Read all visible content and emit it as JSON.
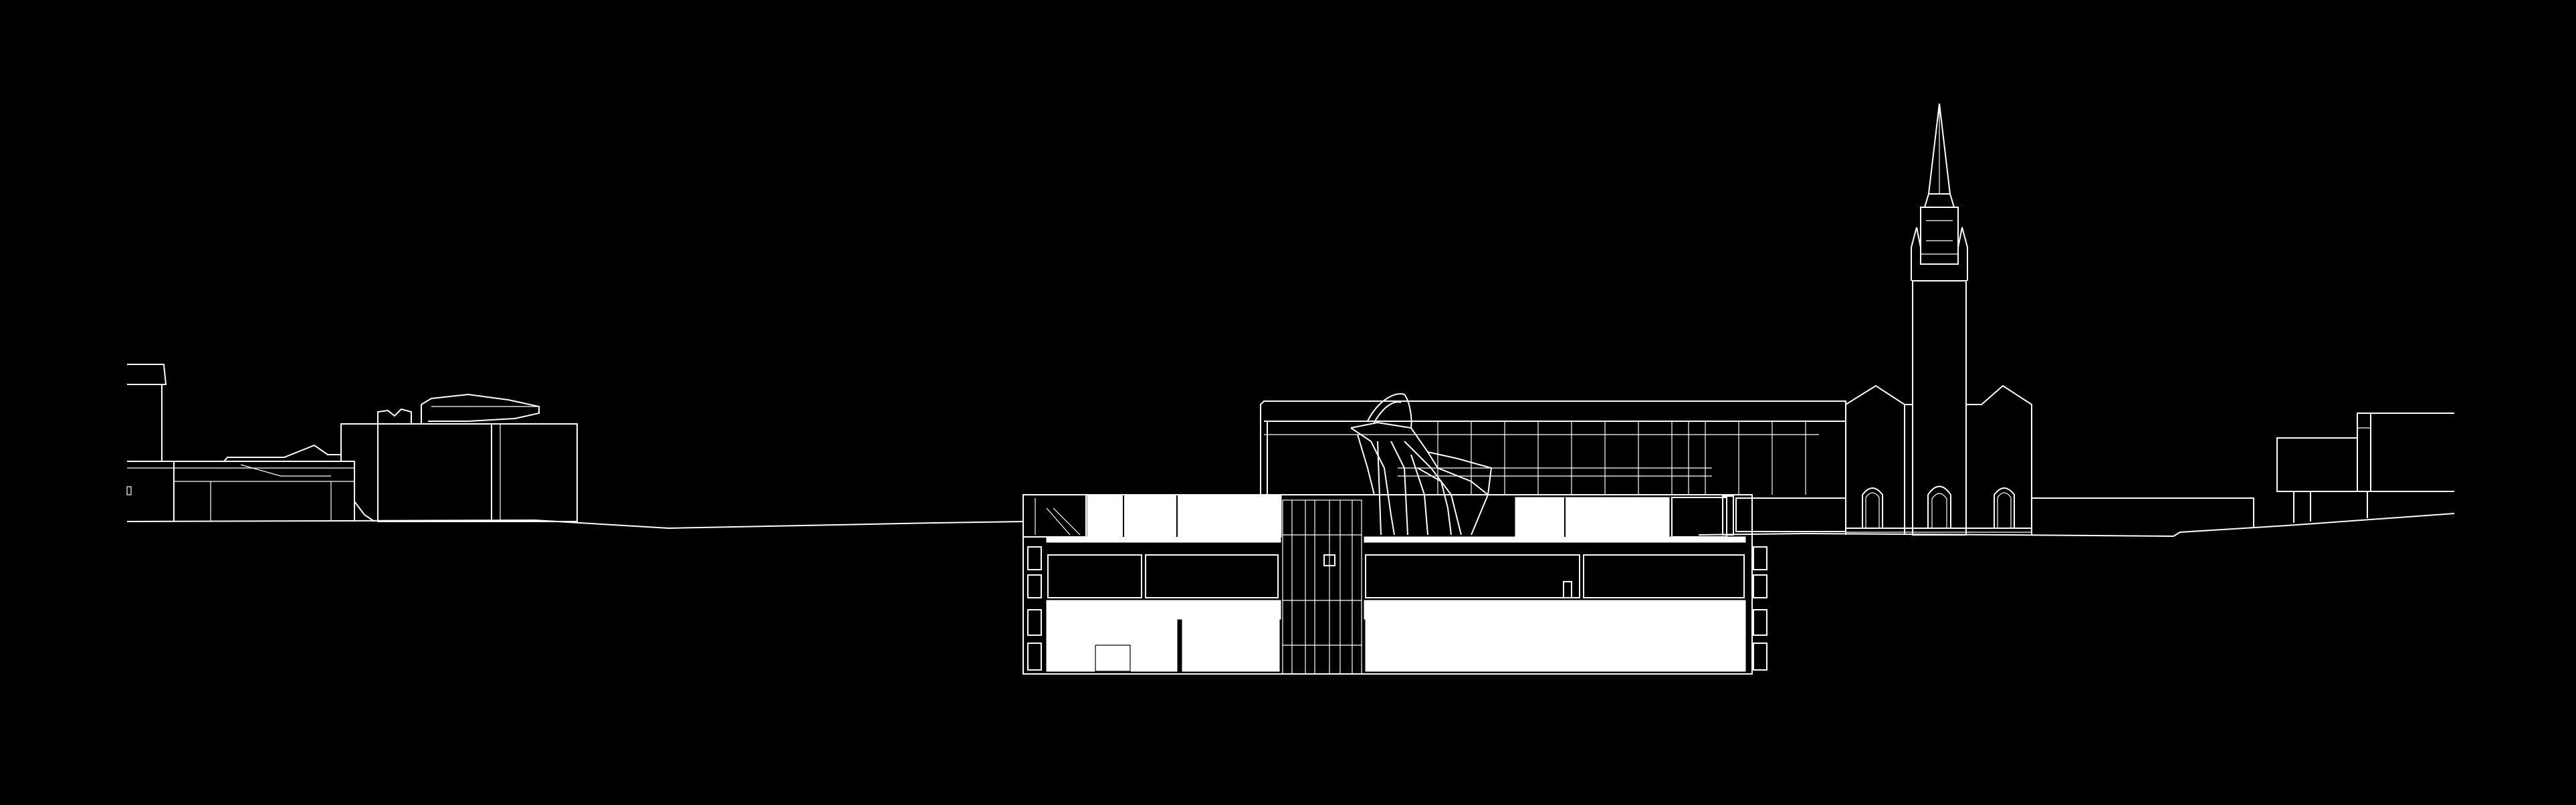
{
  "drawing": {
    "type": "architectural-site-section",
    "colors": {
      "background": "#000000",
      "line": "#ffffff",
      "solid": "#ffffff"
    },
    "elements": [
      "left-building-cluster",
      "ground-line",
      "underground-museum-section",
      "sculpture",
      "glass-pavilion",
      "church-with-spire",
      "right-building"
    ]
  }
}
